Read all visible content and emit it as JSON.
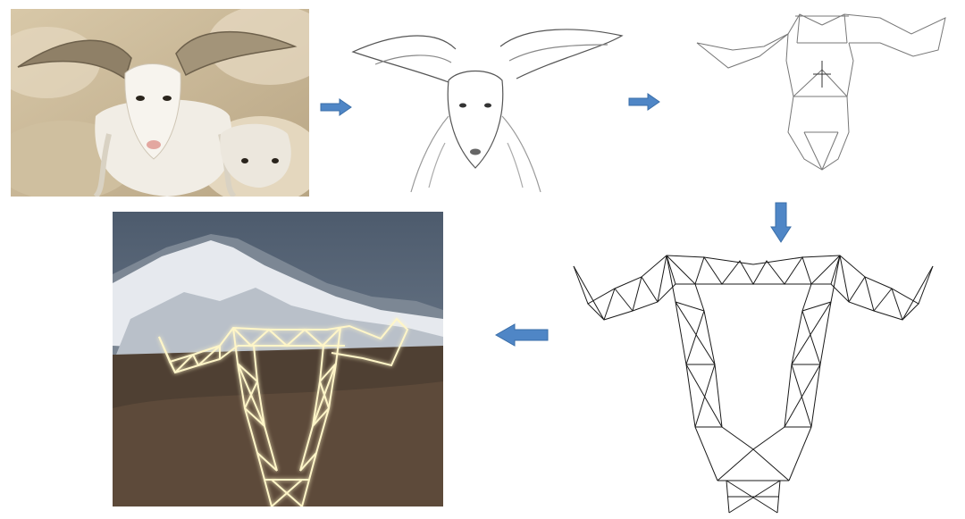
{
  "panels": [
    {
      "id": "goat-photo",
      "kind": "photograph"
    },
    {
      "id": "goat-sketch",
      "kind": "pencil-sketch"
    },
    {
      "id": "goat-wireframe",
      "kind": "line-abstraction"
    },
    {
      "id": "tower-lattice",
      "kind": "lattice-drawing"
    },
    {
      "id": "tower-render",
      "kind": "illuminated-tower-photo"
    }
  ],
  "arrows": [
    {
      "from": "goat-photo",
      "to": "goat-sketch",
      "direction": "right"
    },
    {
      "from": "goat-sketch",
      "to": "goat-wireframe",
      "direction": "right"
    },
    {
      "from": "goat-wireframe",
      "to": "tower-lattice",
      "direction": "down"
    },
    {
      "from": "tower-lattice",
      "to": "tower-render",
      "direction": "left"
    }
  ],
  "colors": {
    "arrow": "#4f86c6",
    "arrow_stroke": "#3a6ea8",
    "lattice": "#1a1a1a",
    "glow": "#fff6c8",
    "sky": "#5b6a7c",
    "snow": "#e6e9ee",
    "hill": "#5a4738"
  }
}
